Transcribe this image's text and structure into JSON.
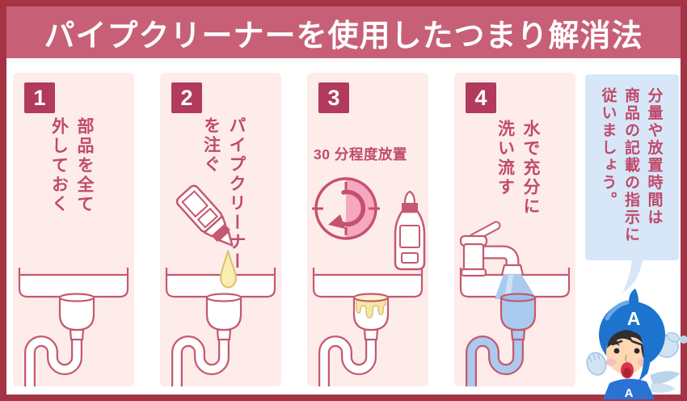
{
  "header": {
    "title": "パイプクリーナーを使用したつまり解消法"
  },
  "steps": [
    {
      "number": "1",
      "lines": [
        "部品を全て",
        "外しておく"
      ]
    },
    {
      "number": "2",
      "lines": [
        "パイプクリーナー",
        "を注ぐ"
      ]
    },
    {
      "number": "3",
      "label": "30 分程度放置"
    },
    {
      "number": "4",
      "lines": [
        "水で充分に",
        "洗い流す"
      ]
    }
  ],
  "note": {
    "lines": [
      "分量や放置時間は",
      "商品の記載の指示に",
      "従いましょう。"
    ]
  },
  "mascot": {
    "helmet_letter": "A",
    "chest_letter": "A"
  },
  "colors": {
    "frame_border": "#a43444",
    "banner_bg": "#c76077",
    "panel_bg": "#fdecea",
    "badge_bg": "#b23a5c",
    "text_crimson": "#c04a6b",
    "illustration_outline": "#c5596f",
    "liquid_yellow": "#f9edb0",
    "liquid_yellow_outline": "#ddc06e",
    "timer_half_fill": "#f5a8bf",
    "note_bubble_bg": "#d7e7f8",
    "water_blue": "#abcaf0",
    "mascot_helmet_blue": "#1d74cf"
  }
}
